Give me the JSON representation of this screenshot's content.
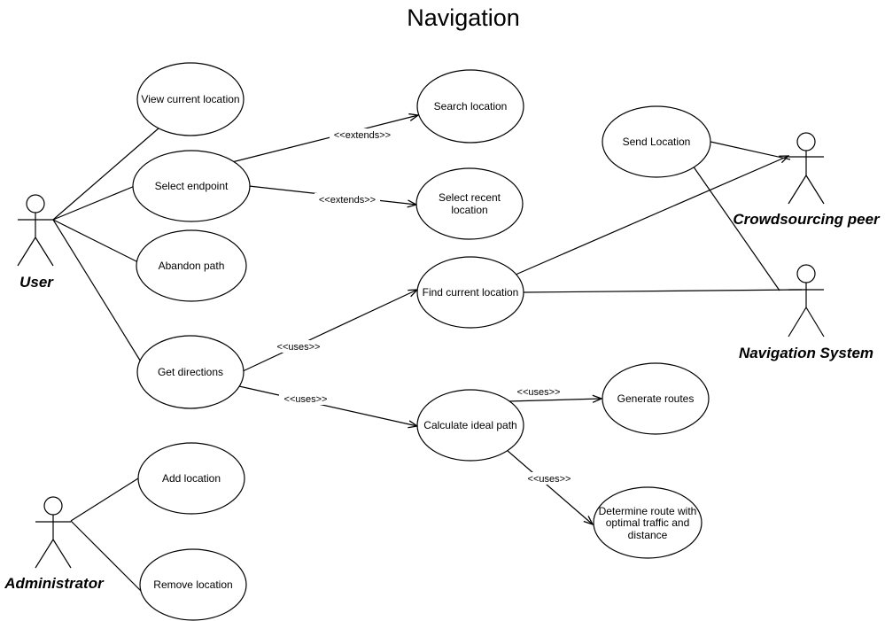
{
  "title": "Navigation",
  "actors": {
    "user": "User",
    "administrator": "Administrator",
    "crowdsourcing_peer": "Crowdsourcing peer",
    "navigation_system": "Navigation System"
  },
  "use_cases": {
    "view_current_location": [
      "View current location"
    ],
    "select_endpoint": [
      "Select endpoint"
    ],
    "abandon_path": [
      "Abandon path"
    ],
    "get_directions": [
      "Get directions"
    ],
    "search_location": [
      "Search location"
    ],
    "select_recent_location": [
      "Select recent",
      "location"
    ],
    "find_current_location": [
      "Find current location"
    ],
    "calculate_ideal_path": [
      "Calculate ideal path"
    ],
    "generate_routes": [
      "Generate routes"
    ],
    "determine_route": [
      "Determine route with",
      "optimal traffic and",
      "distance"
    ],
    "send_location": [
      "Send Location"
    ],
    "add_location": [
      "Add location"
    ],
    "remove_location": [
      "Remove location"
    ]
  },
  "relations": {
    "extends_search": "<<extends>>",
    "extends_recent": "<<extends>>",
    "uses_find": "<<uses>>",
    "uses_calculate": "<<uses>>",
    "uses_generate": "<<uses>>",
    "uses_determine": "<<uses>>"
  }
}
